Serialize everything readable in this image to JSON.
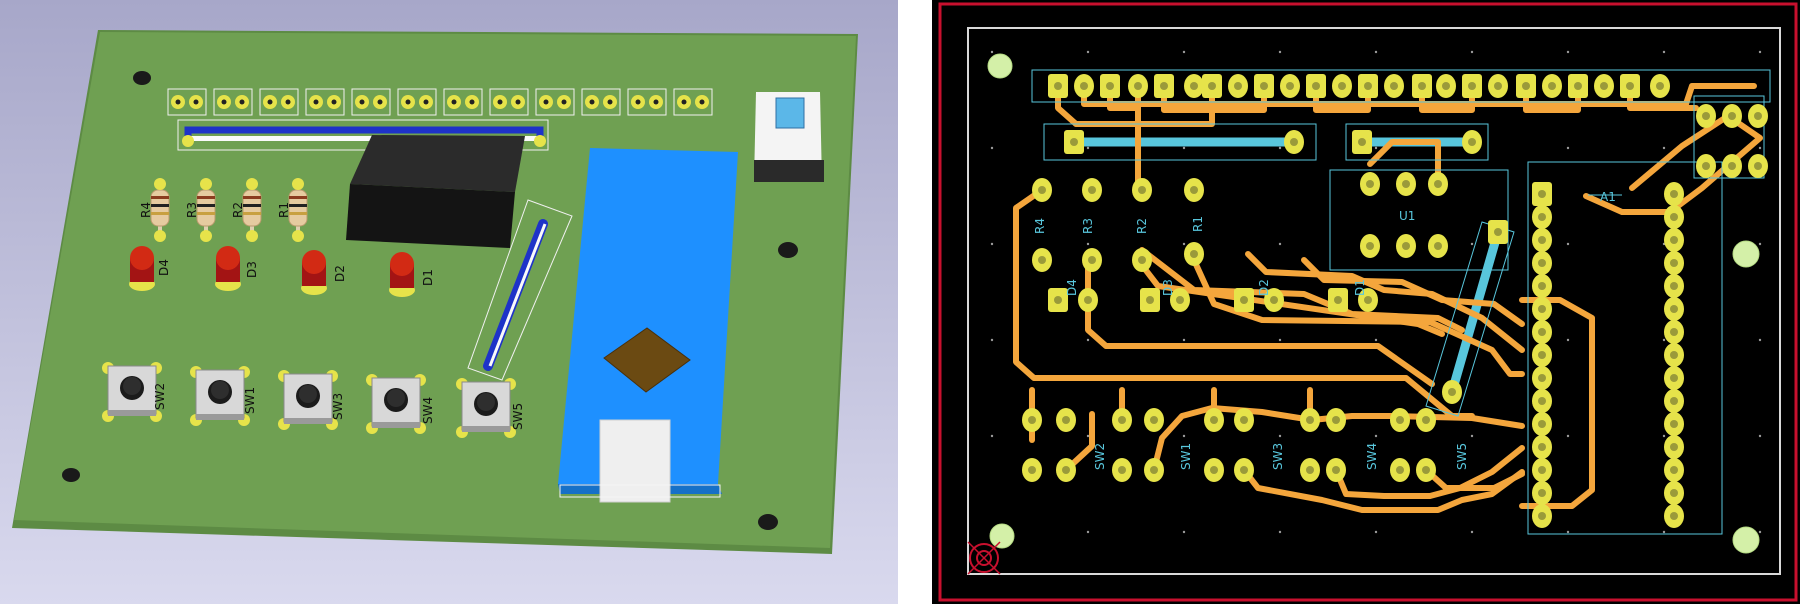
{
  "colors": {
    "viewer_bg_top": "#a7a7c9",
    "viewer_bg_bottom": "#d9d9ee",
    "board_green": "#6fa052",
    "copper_top": "#f4a63c",
    "copper_bottom": "#58c6dc",
    "pad": "#e6e34a",
    "edge_cuts": "#d9d9d9",
    "frame": "#c8102e",
    "editor_bg": "#000000"
  },
  "viewer3d": {
    "labels": {
      "r4": "R4",
      "r3": "R3",
      "r2": "R2",
      "r1": "R1",
      "d4": "D4",
      "d3": "D3",
      "d2": "D2",
      "d1": "D1",
      "sw2": "SW2",
      "sw1": "SW1",
      "sw3": "SW3",
      "sw4": "SW4",
      "sw5": "SW5"
    }
  },
  "editor": {
    "labels": {
      "r4": "R4",
      "r3": "R3",
      "r2": "R2",
      "r1": "R1",
      "d4": "D4",
      "d3": "D3",
      "d2": "D2",
      "d1": "D1",
      "u1": "U1",
      "a1": "A1",
      "sw2": "SW2",
      "sw1": "SW1",
      "sw3": "SW3",
      "sw4": "SW4",
      "sw5": "SW5"
    }
  }
}
